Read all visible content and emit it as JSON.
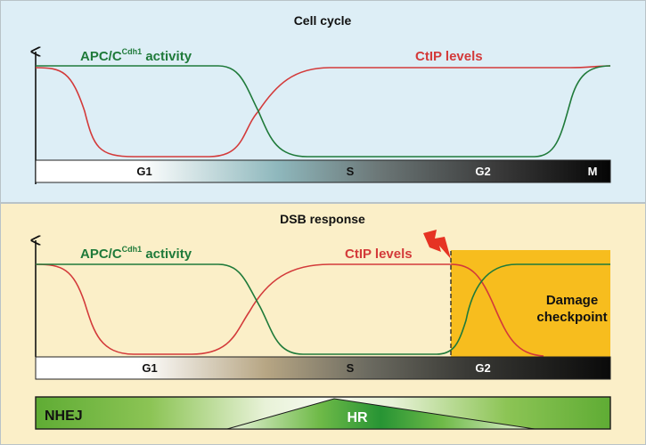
{
  "panels": {
    "cell_cycle": {
      "title": "Cell cycle",
      "apc_label": {
        "main": "APC/C",
        "sup": "Cdh1",
        "rest": " activity"
      },
      "ctip_label": "CtIP levels",
      "phases": [
        "G1",
        "S",
        "G2",
        "M"
      ]
    },
    "dsb_response": {
      "title": "DSB response",
      "apc_label": {
        "main": "APC/C",
        "sup": "Cdh1",
        "rest": " activity"
      },
      "ctip_label": "CtIP levels",
      "checkpoint_label": [
        "Damage",
        "checkpoint"
      ],
      "phases": [
        "G1",
        "S",
        "G2"
      ]
    }
  },
  "repair_bar": {
    "nhej_label": "NHEJ",
    "hr_label": "HR"
  },
  "colors": {
    "top_panel_bg": "#ddeef6",
    "bottom_panel_bg": "#fbefc8",
    "apc_curve": "#1f7a3a",
    "ctip_curve": "#d33a3a",
    "checkpoint_fill": "#f7bd1e",
    "nhej_green": "#6fb53a",
    "hr_green": "#2e9a3c",
    "lightning": "#e63323"
  }
}
